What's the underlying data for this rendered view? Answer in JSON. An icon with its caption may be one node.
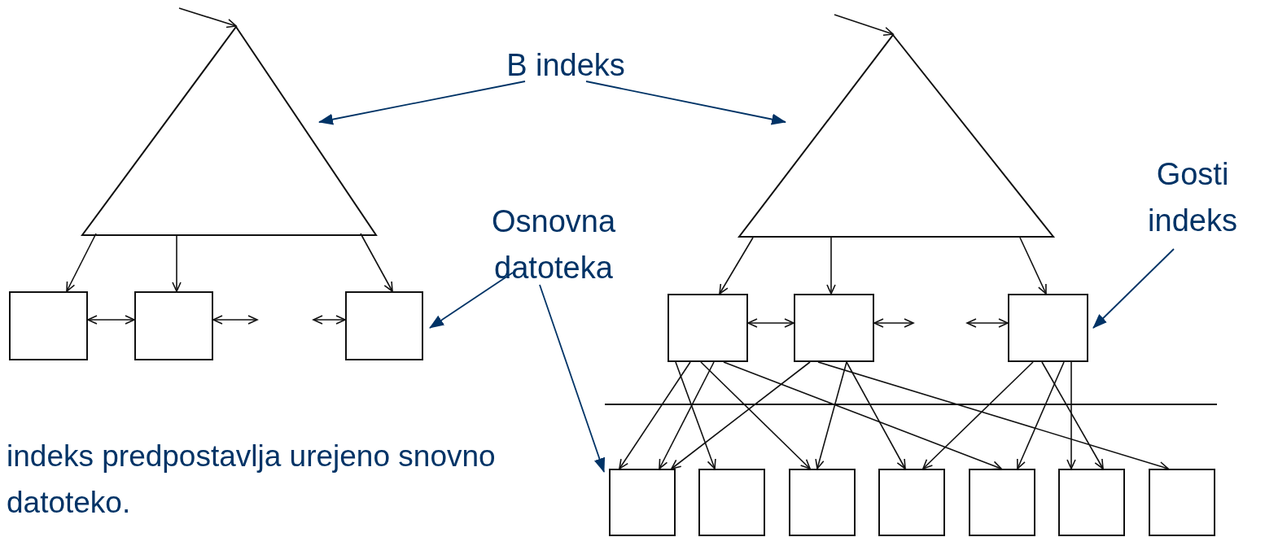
{
  "diagram": {
    "nodes": [
      {
        "text": [],
        "shape": "triangle"
      },
      {
        "text": [],
        "shape": "box"
      },
      {
        "text": [],
        "shape": "box"
      },
      {
        "text": [],
        "shape": "box"
      },
      {
        "text": [],
        "shape": "triangle"
      },
      {
        "text": [],
        "shape": "box"
      },
      {
        "text": [],
        "shape": "box"
      },
      {
        "text": [],
        "shape": "box"
      },
      {
        "text": [],
        "shape": "box"
      },
      {
        "text": [],
        "shape": "box"
      },
      {
        "text": [],
        "shape": "box"
      },
      {
        "text": [],
        "shape": "box"
      },
      {
        "text": [],
        "shape": "box"
      },
      {
        "text": [],
        "shape": "box"
      },
      {
        "text": [],
        "shape": "box"
      },
      {
        "text": [
          "B indeks"
        ]
      },
      {
        "text": [
          "Osnovna datoteka"
        ]
      },
      {
        "text": [
          "Gosti indeks"
        ]
      }
    ],
    "edges": [
      {
        "from": null,
        "to": 0,
        "arrow": "to"
      },
      {
        "from": null,
        "to": 4,
        "arrow": "to"
      },
      {
        "from": 0,
        "to": 1,
        "arrow": "to"
      },
      {
        "from": 0,
        "to": 2,
        "arrow": "to"
      },
      {
        "from": 0,
        "to": 3,
        "arrow": "to"
      },
      {
        "from": 4,
        "to": 5,
        "arrow": "to"
      },
      {
        "from": 4,
        "to": 6,
        "arrow": "to"
      },
      {
        "from": 4,
        "to": 7,
        "arrow": "to"
      },
      {
        "from": 1,
        "to": 2,
        "arrow": "both"
      },
      {
        "from": 2,
        "to": null,
        "arrow": "both"
      },
      {
        "from": null,
        "to": 3,
        "arrow": "both"
      },
      {
        "from": 5,
        "to": 6,
        "arrow": "both"
      },
      {
        "from": 6,
        "to": null,
        "arrow": "both"
      },
      {
        "from": null,
        "to": 7,
        "arrow": "both"
      },
      {
        "from": 15,
        "to": 0,
        "arrow": "to",
        "color": "#003366"
      },
      {
        "from": 15,
        "to": 4,
        "arrow": "to",
        "color": "#003366"
      },
      {
        "from": 16,
        "to": 3,
        "arrow": "to",
        "color": "#003366"
      },
      {
        "from": 17,
        "to": 7,
        "arrow": "to",
        "color": "#003366"
      },
      {
        "from": 16,
        "to": 8,
        "arrow": "to",
        "color": "#003366"
      },
      {
        "from": 5,
        "to": 8,
        "arrow": "to"
      },
      {
        "from": 5,
        "to": 8,
        "arrow": "to"
      },
      {
        "from": 5,
        "to": 9,
        "arrow": "to"
      },
      {
        "from": 5,
        "to": 10,
        "arrow": "to"
      },
      {
        "from": 5,
        "to": 12,
        "arrow": "to"
      },
      {
        "from": 6,
        "to": 8,
        "arrow": "to"
      },
      {
        "from": 6,
        "to": 10,
        "arrow": "to"
      },
      {
        "from": 6,
        "to": 11,
        "arrow": "to"
      },
      {
        "from": 6,
        "to": 14,
        "arrow": "to"
      },
      {
        "from": 7,
        "to": 11,
        "arrow": "to"
      },
      {
        "from": 7,
        "to": 12,
        "arrow": "to"
      },
      {
        "from": 7,
        "to": 13,
        "arrow": "to"
      },
      {
        "from": 7,
        "to": 13,
        "arrow": "to"
      }
    ],
    "labels": [
      "indeks predpostavlja urejeno snovno datoteko."
    ]
  }
}
